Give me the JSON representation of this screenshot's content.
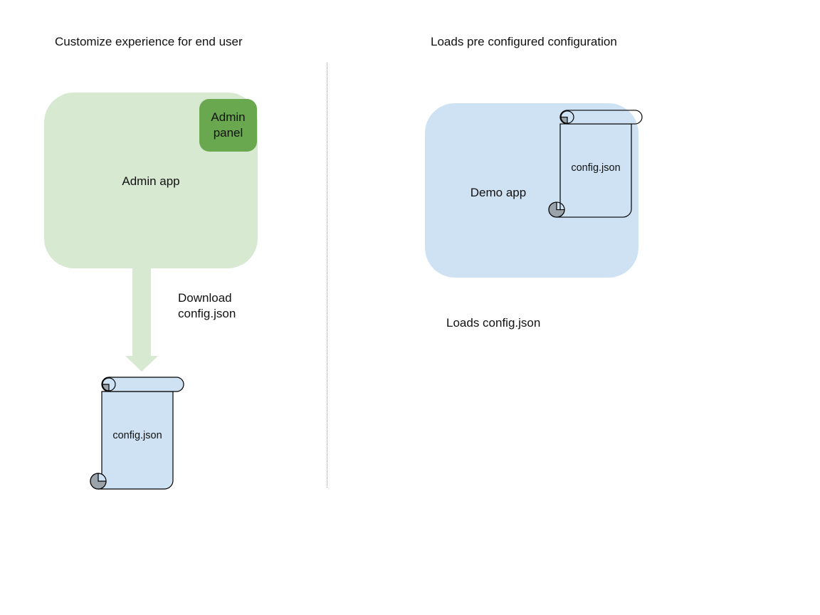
{
  "left": {
    "title": "Customize experience for end user",
    "admin_app_label": "Admin app",
    "admin_panel_label": "Admin panel",
    "download_caption": "Download\nconfig.json",
    "config_file_label": "config.json"
  },
  "right": {
    "title": "Loads pre configured configuration",
    "demo_app_label": "Demo app",
    "config_file_label": "config.json",
    "loads_caption": "Loads config.json"
  },
  "colors": {
    "app_green_light": "#d7e9d1",
    "admin_panel_green": "#6aa84f",
    "app_blue_light": "#cfe2f3",
    "scroll_fill": "#cfe2f3",
    "curl_gray": "#9aa3aa",
    "divider_gray": "#999999",
    "arrow_green": "#d7e9d1",
    "text_color": "#111111"
  }
}
